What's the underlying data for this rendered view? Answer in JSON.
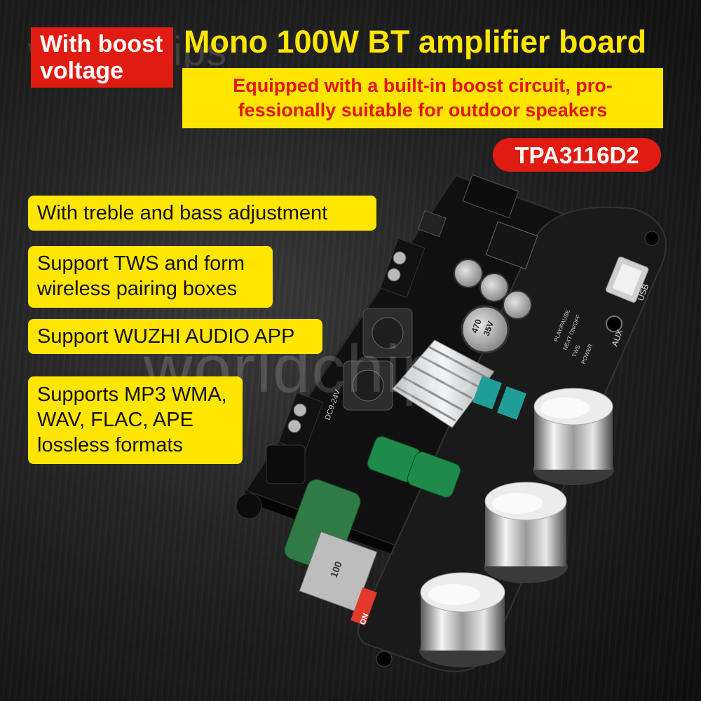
{
  "badge": {
    "line1": "With boost",
    "line2": "voltage"
  },
  "title": "Mono 100W BT amplifier board",
  "subtitle": {
    "line1": "Equipped with a built-in boost circuit, pro-",
    "line2": "fessionally suitable for outdoor speakers"
  },
  "chip": "TPA3116D2",
  "features": [
    {
      "lines": [
        "With treble and bass adjustment"
      ]
    },
    {
      "lines": [
        "Support TWS and form",
        "wireless pairing boxes"
      ]
    },
    {
      "lines": [
        "Support WUZHI AUDIO APP"
      ]
    },
    {
      "lines": [
        "Supports MP3 WMA,",
        "WAV, FLAC, APE",
        "lossless formats"
      ]
    }
  ],
  "watermark": "worldchips",
  "board_labels": {
    "usb": "USB",
    "aux": "AUX",
    "cap_470": "470",
    "cap_35v": "35V",
    "inductor": "100",
    "dc": "DC9-24V",
    "on": "ON",
    "buttons": [
      "PLAY/PAUSE",
      "NEXT ON/OFF",
      "TWS",
      "POWER"
    ]
  },
  "colors": {
    "badge_red": "#e01c12",
    "accent_yellow": "#ffe600",
    "subtitle_red": "#e3160e"
  }
}
